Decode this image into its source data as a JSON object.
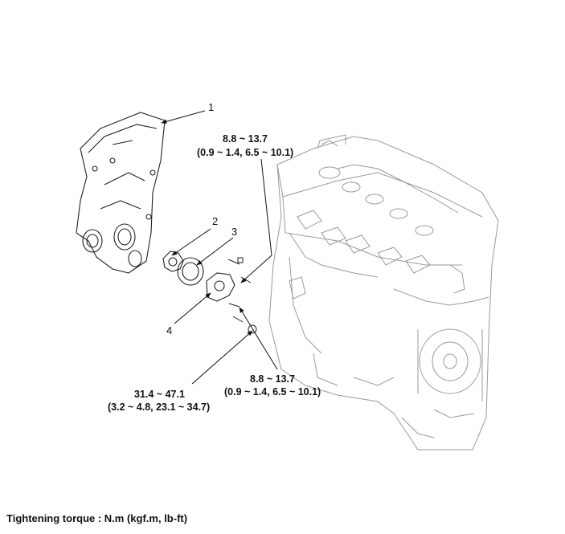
{
  "callouts": {
    "c1": "1",
    "c2": "2",
    "c3": "3",
    "c4": "4"
  },
  "torques": {
    "upper_bolt": {
      "line1": "8.8 ~ 13.7",
      "line2": "(0.9 ~ 1.4, 6.5 ~ 10.1)"
    },
    "lower_bolt": {
      "line1": "8.8 ~ 13.7",
      "line2": "(0.9 ~ 1.4, 6.5 ~ 10.1)"
    },
    "plug": {
      "line1": "31.4 ~ 47.1",
      "line2": "(3.2 ~ 4.8, 23.1 ~ 34.7)"
    }
  },
  "footer": "Tightening torque : N.m (kgf.m, lb-ft)"
}
